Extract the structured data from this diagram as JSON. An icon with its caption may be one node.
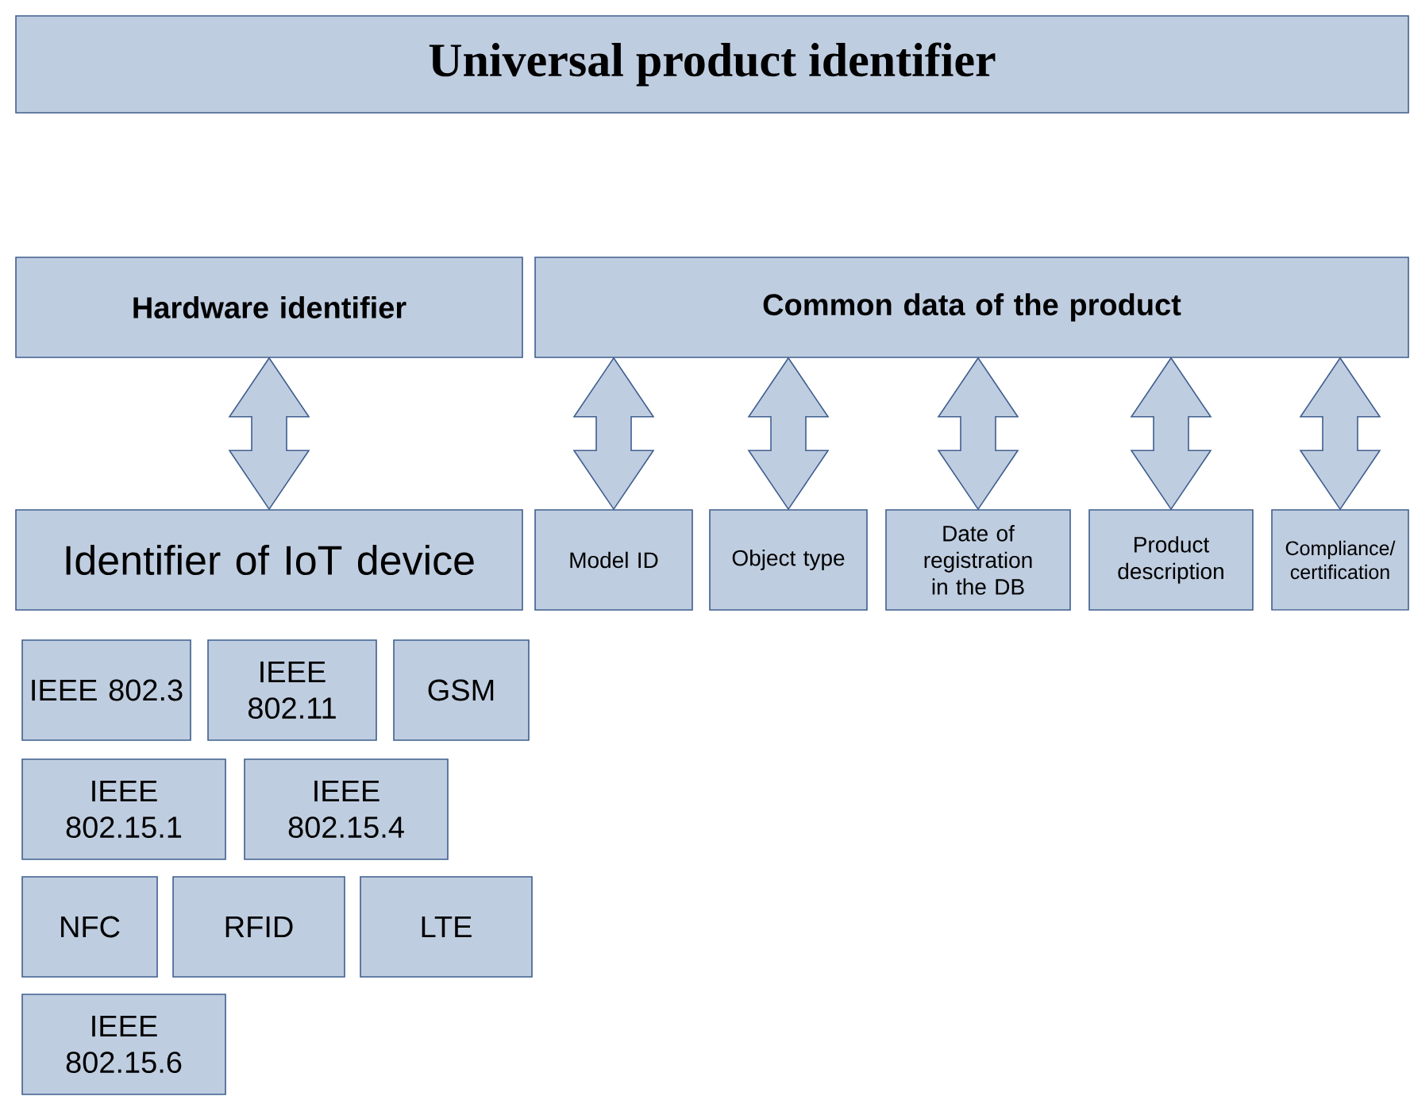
{
  "diagram": {
    "title": "Universal product identifier",
    "nodes": [
      {
        "text": [
          "Hardware identifier"
        ]
      },
      {
        "text": [
          "Common data of the product"
        ]
      },
      {
        "text": [
          "Identifier of IoT device"
        ]
      },
      {
        "text": [
          "Model ID"
        ]
      },
      {
        "text": [
          "Object type"
        ]
      },
      {
        "text": [
          "Date of registration in the DB"
        ]
      },
      {
        "text": [
          "Product description"
        ]
      },
      {
        "text": [
          "Compliance/ certification"
        ]
      },
      {
        "text": [
          "IEEE 802.3"
        ]
      },
      {
        "text": [
          "IEEE 802.11"
        ]
      },
      {
        "text": [
          "GSM"
        ]
      },
      {
        "text": [
          "IEEE 802.15.1"
        ]
      },
      {
        "text": [
          "IEEE 802.15.4"
        ]
      },
      {
        "text": [
          "NFC"
        ]
      },
      {
        "text": [
          "RFID"
        ]
      },
      {
        "text": [
          "LTE"
        ]
      },
      {
        "text": [
          "IEEE 802.15.6"
        ]
      }
    ],
    "edges": [
      {
        "from": 0,
        "to": 2,
        "arrow": "both"
      },
      {
        "from": 1,
        "to": 3,
        "arrow": "both"
      },
      {
        "from": 1,
        "to": 4,
        "arrow": "both"
      },
      {
        "from": 1,
        "to": 5,
        "arrow": "both"
      },
      {
        "from": 1,
        "to": 6,
        "arrow": "both"
      },
      {
        "from": 1,
        "to": 7,
        "arrow": "both"
      }
    ]
  }
}
